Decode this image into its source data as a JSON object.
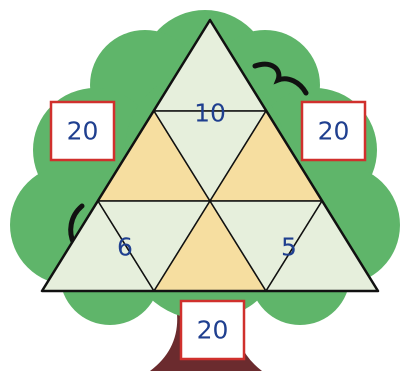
{
  "colors": {
    "tree_green": "#5fb56a",
    "trunk": "#6b2b2e",
    "light_cell": "#e6efdc",
    "yellow_cell": "#f6dea0",
    "outline": "#111111",
    "number": "#1f3f8f",
    "box_border": "#d0302d",
    "box_fill": "#ffffff"
  },
  "puzzle": {
    "cells": {
      "top": "10",
      "bottom_left": "6",
      "bottom_right": "5",
      "yellow_upper_left": "",
      "yellow_upper_right": "",
      "yellow_bottom": "",
      "center": ""
    },
    "sums": {
      "left": "20",
      "right": "20",
      "bottom": "20"
    }
  }
}
